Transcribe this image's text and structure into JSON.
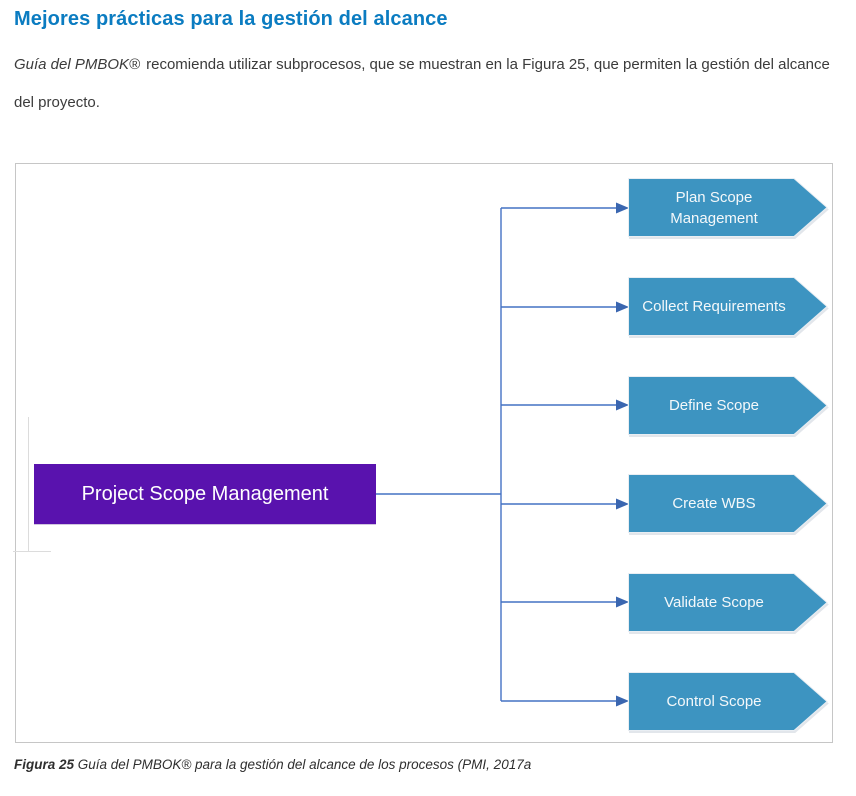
{
  "header": {
    "title": "Mejores prácticas para la gestión del alcance"
  },
  "intro": {
    "italic_part": "Guía del PMBOK®",
    "regular_part": "recomienda utilizar subprocesos, que se muestran en la Figura 25, que permiten la gestión del alcance del proyecto."
  },
  "diagram": {
    "type": "flowchart",
    "main_process": {
      "label": "Project Scope Management"
    },
    "subprocesses": [
      {
        "label": "Plan Scope Management"
      },
      {
        "label": "Collect Requirements"
      },
      {
        "label": "Define Scope"
      },
      {
        "label": "Create WBS"
      },
      {
        "label": "Validate Scope"
      },
      {
        "label": "Control Scope"
      }
    ]
  },
  "caption": {
    "bold_part": "Figura 25",
    "italic_part": " Guía del PMBOK® para la gestión del alcance de los procesos (PMI, 2017a"
  },
  "colors": {
    "title_blue": "#0b7cc1",
    "body_text": "#3b3b3b",
    "main_box_purple": "#5912ae",
    "process_arrow_blue": "#3d94c1",
    "connector_blue": "#4472c4",
    "panel_border_gray": "#c6c6c6",
    "arrow_text_white": "#f4f8fa"
  }
}
